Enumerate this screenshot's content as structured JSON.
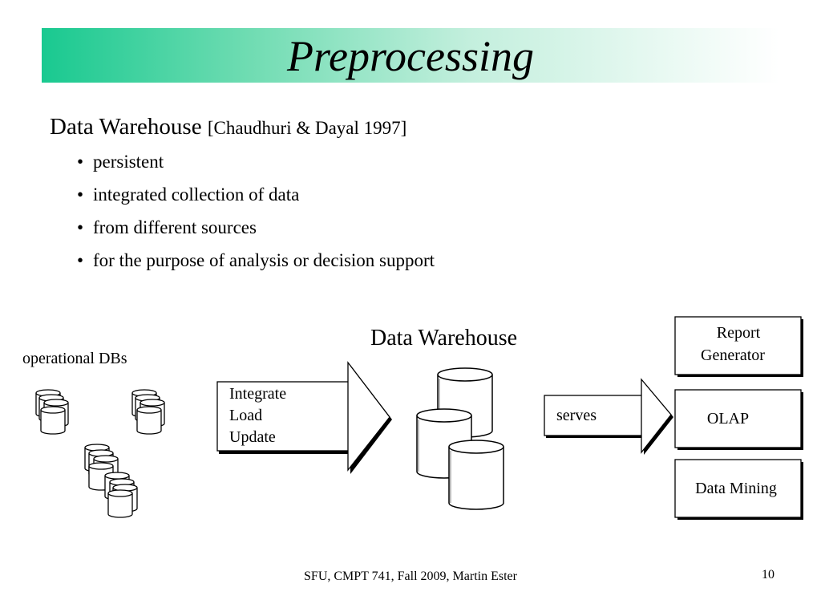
{
  "slide": {
    "title": "Preprocessing",
    "heading": "Data Warehouse",
    "citation": "[Chaudhuri & Dayal 1997]",
    "bullets": [
      "persistent",
      "integrated collection of data",
      "from different  sources",
      "for the purpose of analysis or decision support"
    ],
    "bullet_glyph": "•"
  },
  "diagram": {
    "operational_label": "operational DBs",
    "warehouse_label": "Data Warehouse",
    "operations": [
      "Integrate",
      "Load",
      "Update"
    ],
    "serves_label": "serves",
    "outputs": {
      "report": [
        "Report",
        "Generator"
      ],
      "olap": "OLAP",
      "mining": "Data Mining"
    }
  },
  "footer": {
    "text": "SFU, CMPT 741, Fall 2009, Martin Ester",
    "page": "10"
  },
  "colors": {
    "title_band_start": "#19c990",
    "title_band_end": "#ffffff"
  }
}
